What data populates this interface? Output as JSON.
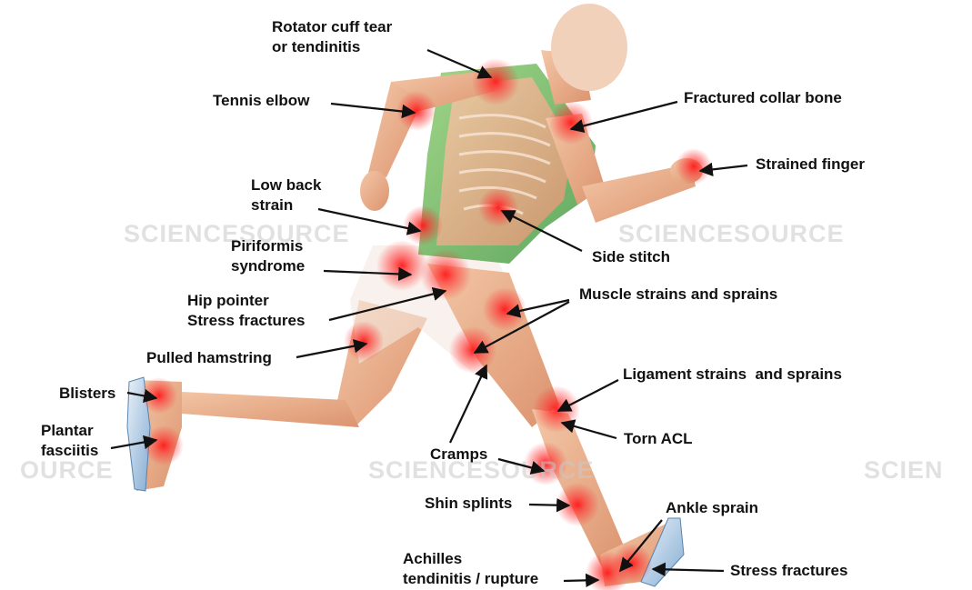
{
  "labels": {
    "rotator_cuff": [
      "Rotator cuff tear",
      "or tendinitis"
    ],
    "tennis_elbow": "Tennis elbow",
    "collar_bone": "Fractured collar bone",
    "strained_finger": "Strained finger",
    "low_back": [
      "Low back",
      "strain"
    ],
    "side_stitch": "Side stitch",
    "piriformis": [
      "Piriformis",
      "syndrome"
    ],
    "hip_pointer": [
      "Hip pointer",
      "Stress fractures"
    ],
    "muscle_strains": "Muscle strains and sprains",
    "hamstring": "Pulled hamstring",
    "ligament": "Ligament strains  and sprains",
    "blisters": "Blisters",
    "plantar": [
      "Plantar",
      "fasciitis"
    ],
    "torn_acl": "Torn ACL",
    "cramps": "Cramps",
    "shin": "Shin splints",
    "ankle": "Ankle sprain",
    "achilles": [
      "Achilles",
      "tendinitis / rupture"
    ],
    "stress_foot": "Stress fractures"
  },
  "watermarks": [
    "SCIENCESOURCE",
    "SCIENCESOURCE",
    "OURCE",
    "SCIENCESOURCE",
    "SCIEN"
  ],
  "colors": {
    "glow": "#ff1a1a",
    "skin": "#e8a27a",
    "shirt": "#6dbb5a",
    "text": "#111111"
  }
}
